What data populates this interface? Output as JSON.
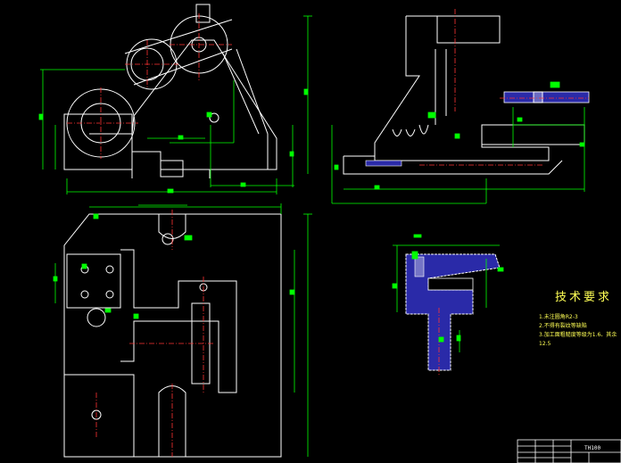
{
  "technical_requirements": {
    "title": "技术要求",
    "items": [
      "1.未注圆角R2-3",
      "2.不得有裂纹等缺陷",
      "3.加工面粗糙度等级为1.6、其余",
      "12.5"
    ]
  },
  "title_block": {
    "code": "TH100"
  },
  "colors": {
    "outline": "#ffffff",
    "centerline": "#ff3333",
    "dimension": "#00ff00",
    "section_fill": "#2a2aa8",
    "text": "#ffff55"
  }
}
